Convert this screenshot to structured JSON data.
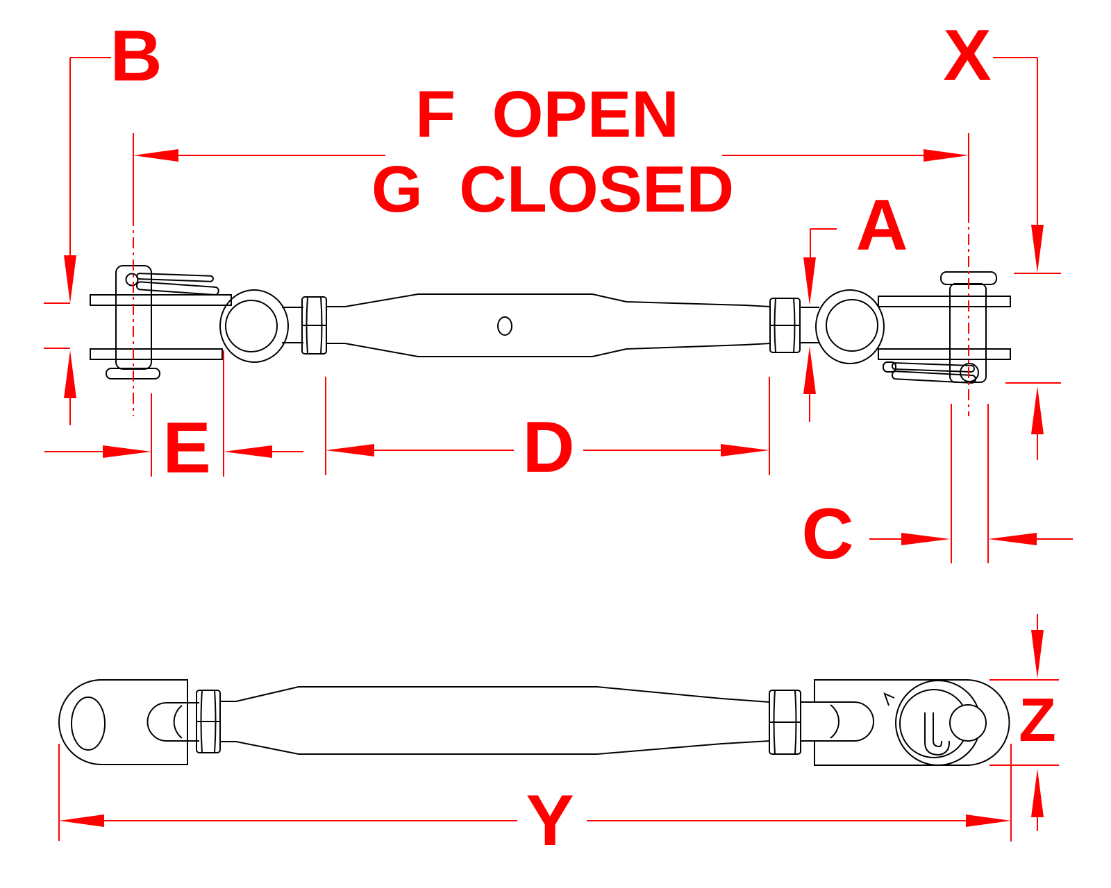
{
  "drawing": {
    "colors": {
      "dimension_red": "#ff0000",
      "outline_black": "#000000",
      "background": "#ffffff"
    },
    "annotations": {
      "open_length_note": "F OPEN",
      "closed_length_note": "G CLOSED"
    },
    "dimension_labels": {
      "pin_to_jaw_b": "B",
      "jaw_end_height_x": "X",
      "thread_dia_a": "A",
      "pin_dia_c": "C",
      "body_length_d": "D",
      "jaw_length_e": "E",
      "overall_length_y": "Y",
      "jaw_plate_height_z": "Z"
    }
  }
}
